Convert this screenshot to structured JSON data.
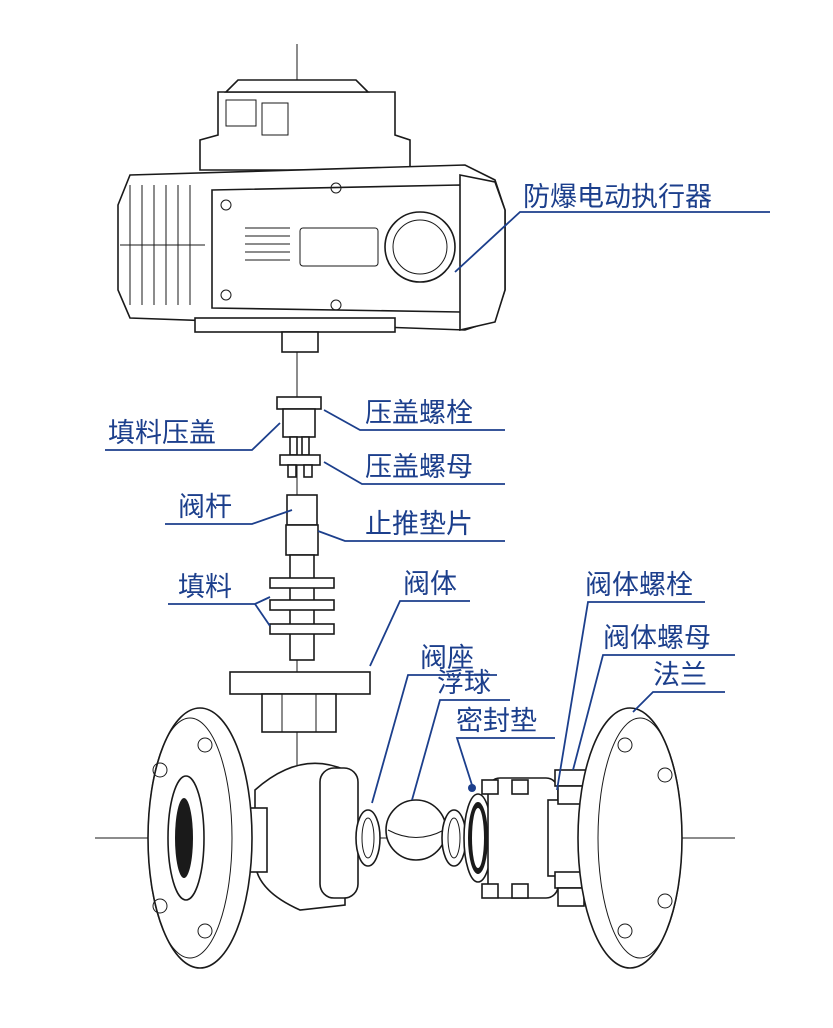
{
  "colors": {
    "label": "#1c3f8c",
    "line": "#1a1a1a",
    "background": "#ffffff"
  },
  "labels": {
    "actuator": "防爆电动执行器",
    "gland_bolt": "压盖螺栓",
    "packing_gland": "填料压盖",
    "gland_nut": "压盖螺母",
    "stem": "阀杆",
    "thrust_washer": "止推垫片",
    "packing": "填料",
    "body": "阀体",
    "seat": "阀座",
    "ball": "浮球",
    "gasket": "密封垫",
    "body_bolt": "阀体螺栓",
    "body_nut": "阀体螺母",
    "flange": "法兰"
  }
}
